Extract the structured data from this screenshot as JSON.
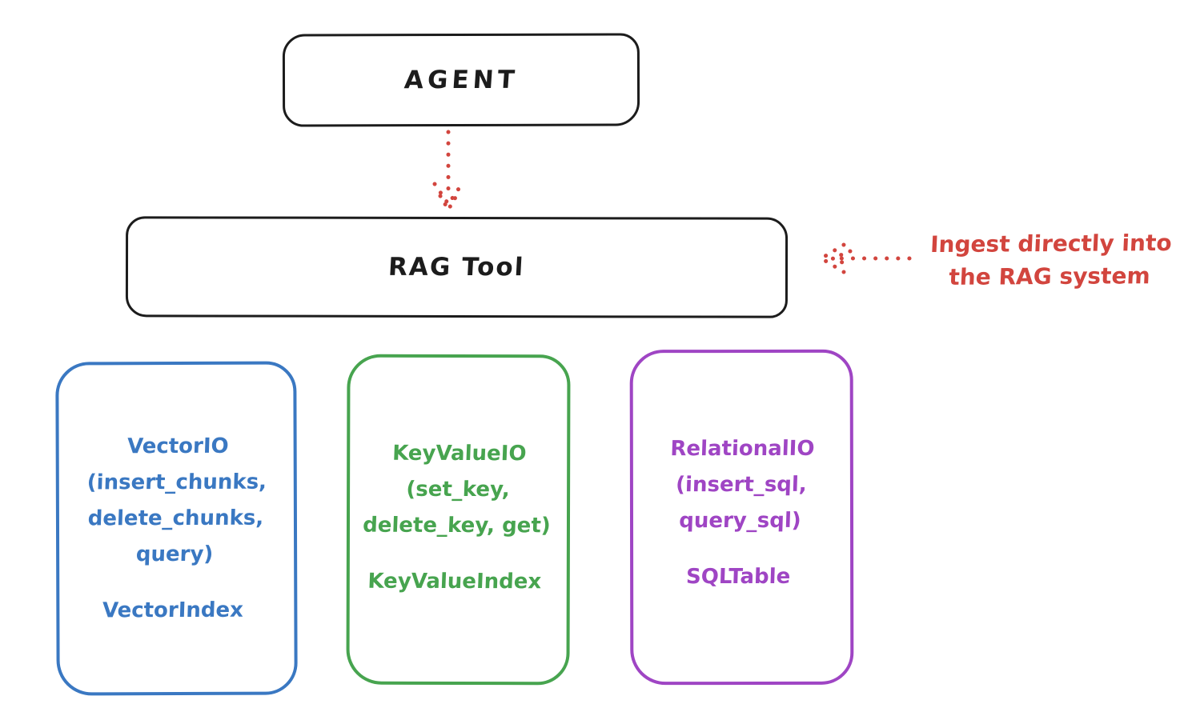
{
  "background": "#ffffff",
  "colors": {
    "ink": "#1c1c1c",
    "red": "#d2453e",
    "blue": "#3a78c2",
    "green": "#47a44f",
    "purple": "#9f45c4"
  },
  "agent_box": {
    "label": "AGENT"
  },
  "rag_box": {
    "label": "RAG Tool"
  },
  "arrows": {
    "agent_to_rag": {
      "style": "dotted",
      "color": "#d2453e",
      "direction": "down",
      "from": "AGENT",
      "to": "RAG Tool"
    },
    "ingest": {
      "style": "dotted",
      "color": "#d2453e",
      "direction": "left",
      "points_to": "RAG Tool"
    }
  },
  "annotation": {
    "line1": "Ingest directly into",
    "line2": "the RAG system"
  },
  "io_boxes": [
    {
      "name": "VectorIO",
      "color": "#3a78c2",
      "lines": [
        "VectorIO",
        "(insert_chunks,",
        "delete_chunks,",
        "query)"
      ],
      "index_label": "VectorIndex"
    },
    {
      "name": "KeyValueIO",
      "color": "#47a44f",
      "lines": [
        "KeyValueIO",
        "(set_key,",
        "delete_key, get)"
      ],
      "index_label": "KeyValueIndex"
    },
    {
      "name": "RelationalIO",
      "color": "#9f45c4",
      "lines": [
        "RelationalIO",
        "(insert_sql,",
        "query_sql)"
      ],
      "index_label": "SQLTable"
    }
  ]
}
